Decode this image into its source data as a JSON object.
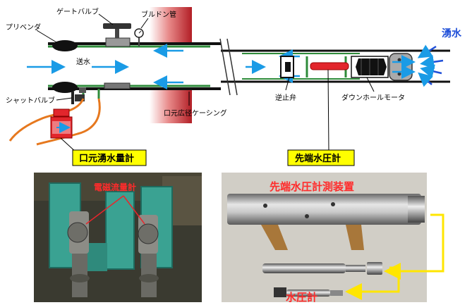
{
  "diagram": {
    "labels": {
      "gate_valve": "ゲートバルブ",
      "bourdon_tube": "ブルドン管",
      "preventer": "プリベンダ",
      "water_feed": "送水",
      "shut_valve": "シャットバルブ",
      "casing": "口元広径ケーシング",
      "check_valve": "逆止弁",
      "downhole_motor": "ダウンホールモータ",
      "spring_water": "湧水"
    },
    "captions": {
      "collar_meter": "口元湧水量計",
      "tip_gauge": "先端水圧計"
    }
  },
  "photos": {
    "left_label": "電磁流量計",
    "right_title": "先端水圧計測装置",
    "right_label": "水圧計"
  },
  "colors": {
    "pipe_green": "#2e8b3a",
    "flow_blue": "#1a9be6",
    "wall_red": "#c8282e",
    "caption_bg": "#ffff00",
    "arrow_yellow": "#ffe600",
    "hose_orange": "#e6781e"
  }
}
